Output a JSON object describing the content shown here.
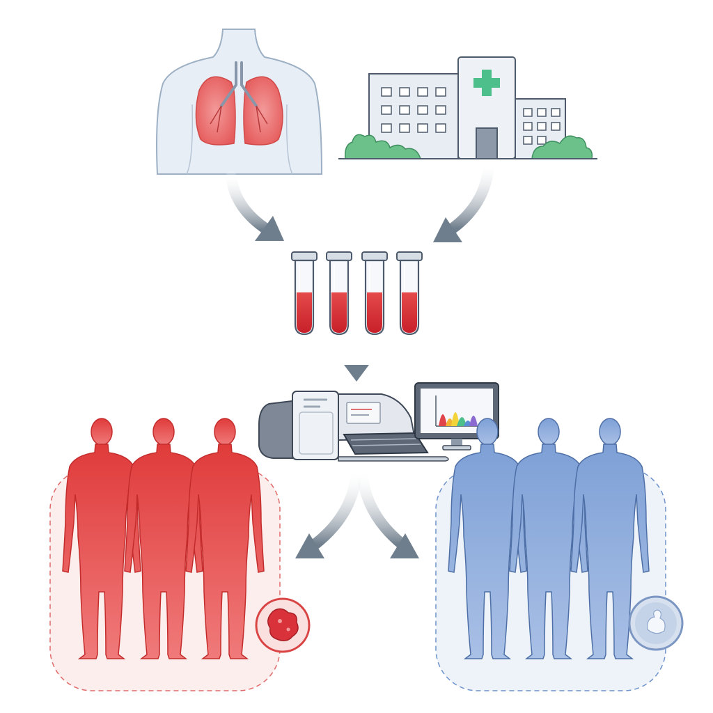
{
  "diagram": {
    "stages": [
      {
        "id": "patient-lungs",
        "icon": "torso-lungs-icon"
      },
      {
        "id": "hospital",
        "icon": "hospital-icon"
      },
      {
        "id": "blood-samples",
        "icon": "test-tube-icon",
        "count": 4
      },
      {
        "id": "analyzer",
        "icon": "lab-analyzer-icon"
      },
      {
        "id": "disease-group",
        "icon": "human-figure-icon",
        "count": 3
      },
      {
        "id": "healthy-group",
        "icon": "human-figure-icon",
        "count": 3
      }
    ],
    "badges": [
      {
        "group": "disease-group",
        "icon": "tumor-cell-icon"
      },
      {
        "group": "healthy-group",
        "icon": "healthy-cell-icon"
      }
    ],
    "colors": {
      "disease": "#e03b3b",
      "disease_bg": "#fdeeee",
      "healthy": "#5f86c4",
      "healthy_bg": "#eef3fa",
      "blood": "#d9323a",
      "arrow": "#6f7e8c",
      "cross": "#4cbf8a",
      "foliage": "#6cc08a",
      "building": "#e8ecf3",
      "outline": "#4d5a6b"
    }
  }
}
